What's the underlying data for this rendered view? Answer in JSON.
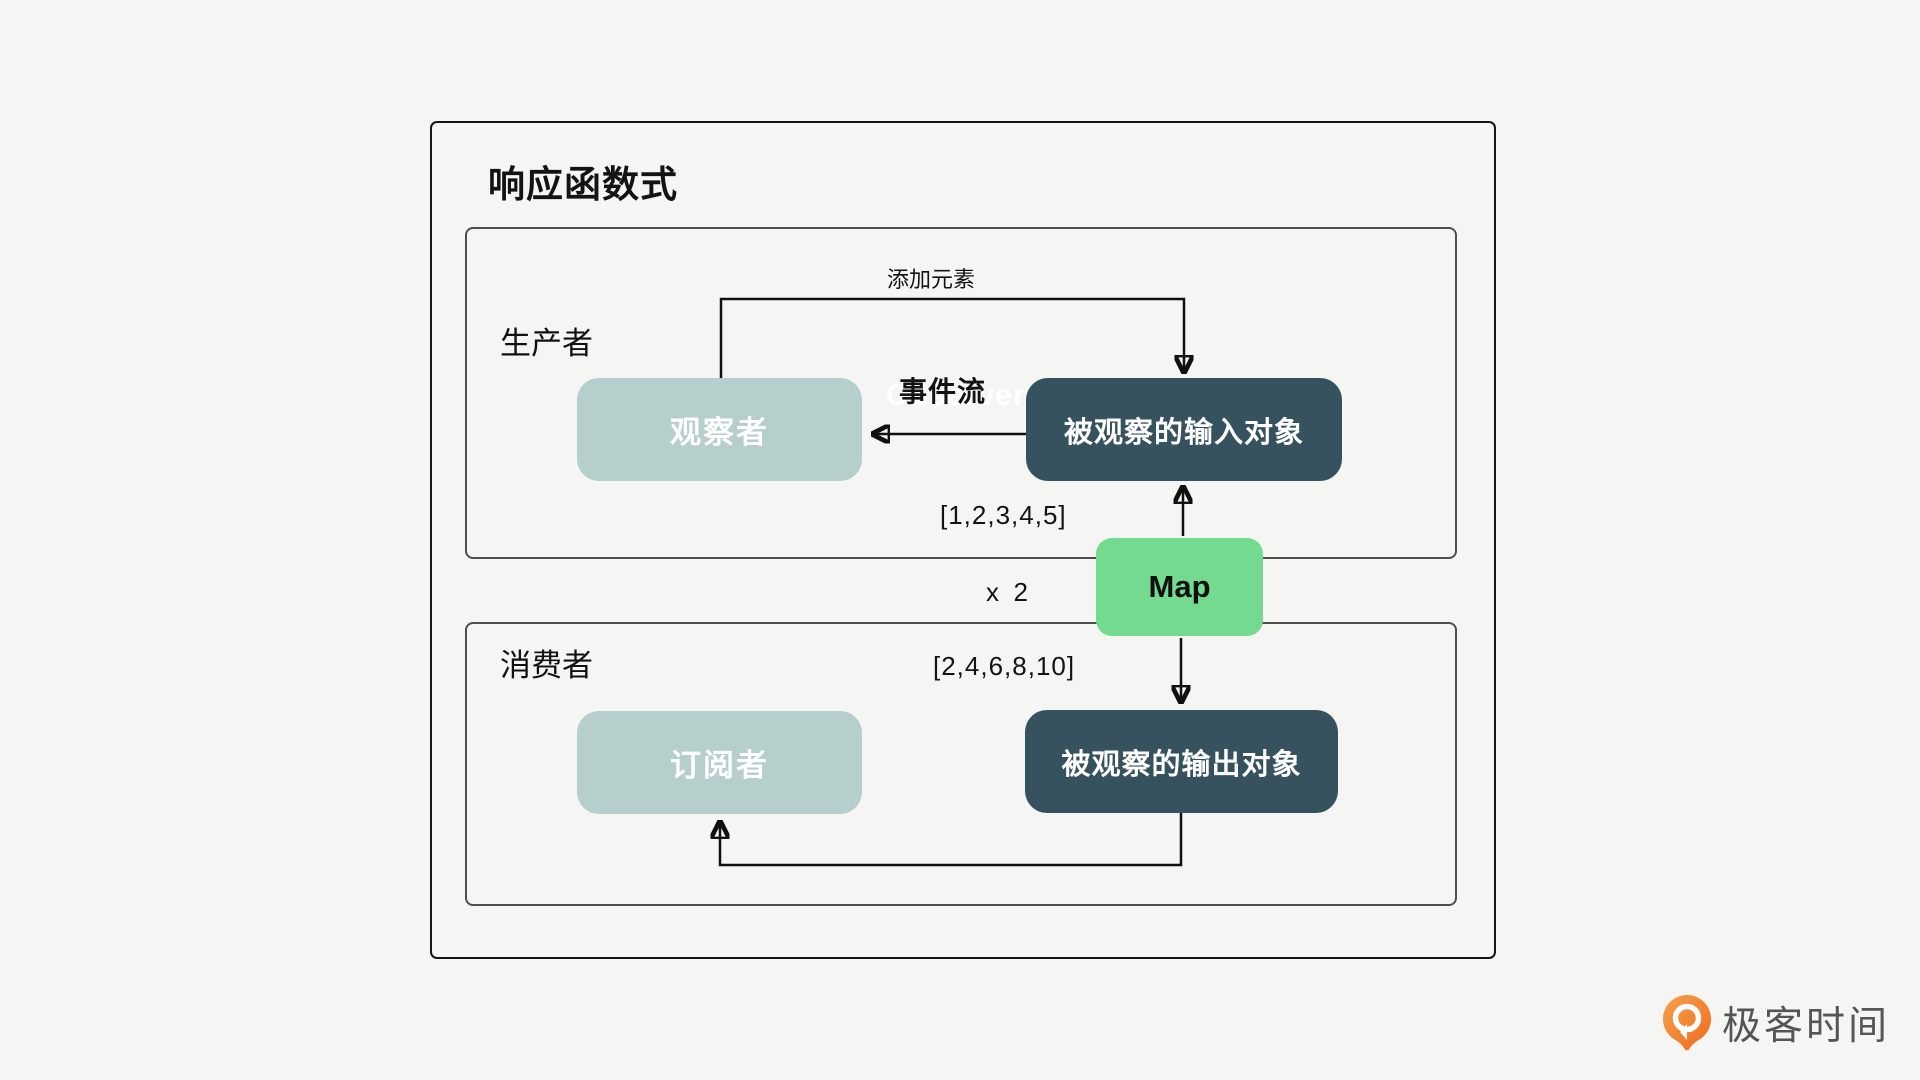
{
  "diagram": {
    "title": "响应函数式",
    "producer": {
      "label": "生产者",
      "observer_box": "观察者",
      "input_box": "被观察的输入对象",
      "add_element_label": "添加元素",
      "event_stream_label": "事件流",
      "hidden_overlap_word": "Observer",
      "input_array": "[1,2,3,4,5]"
    },
    "map_operator": {
      "label": "Map",
      "operation": "x  2"
    },
    "consumer": {
      "label": "消费者",
      "subscriber_box": "订阅者",
      "output_box": "被观察的输出对象",
      "output_array": "[2,4,6,8,10]"
    },
    "colors": {
      "background": "#f5f5f3",
      "light_node": "#b6cecc",
      "dark_node": "#36525f",
      "map_node": "#74da90",
      "frame_outer": "#161616",
      "frame_inner": "#4e4e4e",
      "logo_orange": "#ee6a1f",
      "logo_orange_light": "#f6a14b",
      "brand_text_color": "#575357"
    }
  },
  "footer": {
    "brand": "极客时间"
  }
}
